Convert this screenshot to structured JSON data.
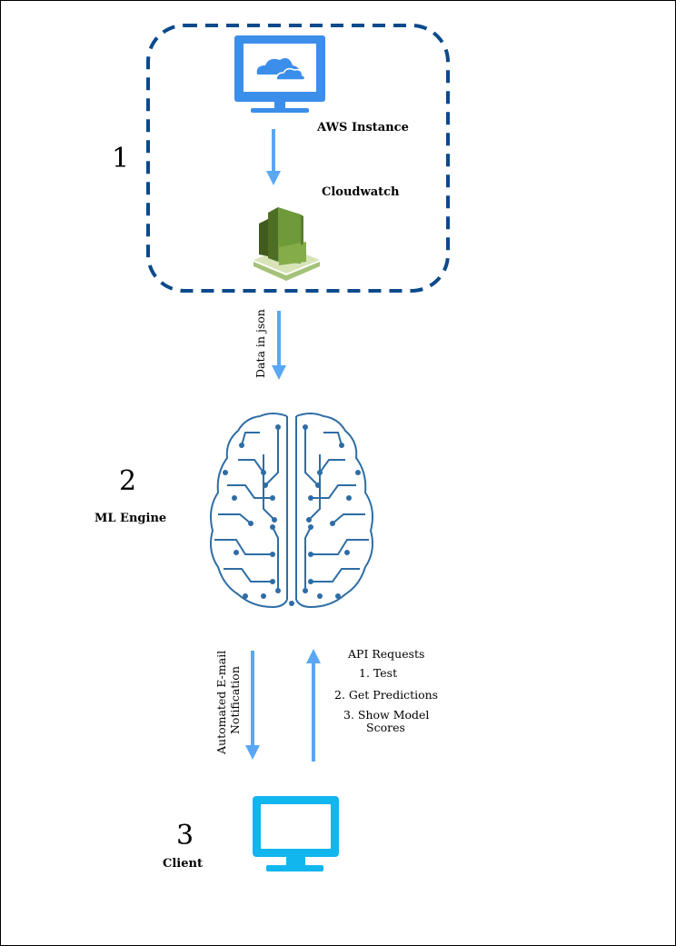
{
  "stage1": {
    "number": "1",
    "aws_label": "AWS Instance",
    "cloudwatch_label": "Cloudwatch"
  },
  "arrow_data_label": "Data in json",
  "stage2": {
    "number": "2",
    "label": "ML Engine"
  },
  "notification_label_line1": "Automated E-mail",
  "notification_label_line2": "Notification",
  "api": {
    "title": "API Requests",
    "items": [
      "1. Test",
      "2. Get Predictions",
      "3. Show Model",
      "Scores"
    ]
  },
  "stage3": {
    "number": "3",
    "label": "Client"
  },
  "colors": {
    "dashed_border": "#0b4a8b",
    "aws_monitor": "#3b8eea",
    "arrow": "#5aa7f5",
    "cloudwatch_green": "#6f9a3a",
    "brain": "#2e6da4",
    "client_monitor": "#12b6ee"
  },
  "icons": [
    "monitor-cloud-icon",
    "cloudwatch-icon",
    "brain-circuit-icon",
    "monitor-icon"
  ]
}
